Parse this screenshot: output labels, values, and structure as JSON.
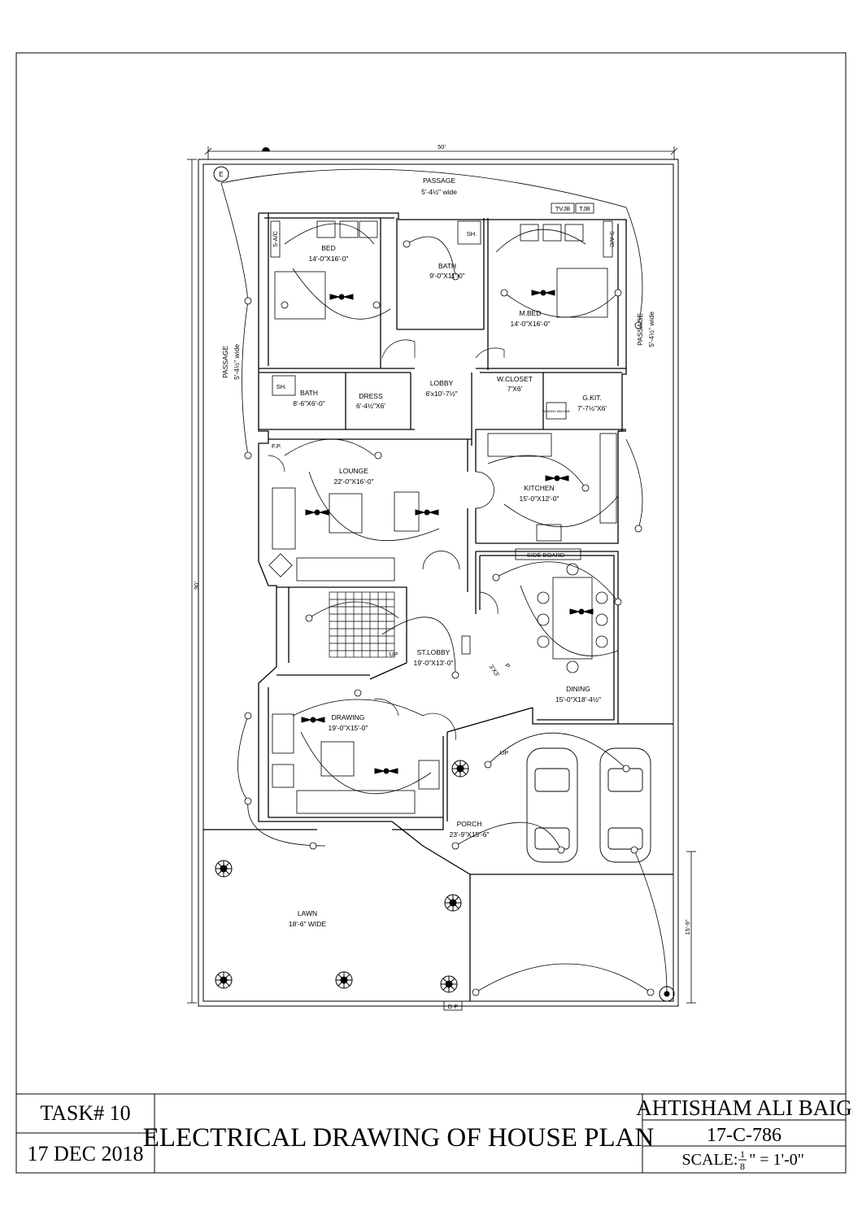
{
  "dimensions": {
    "width": "50'",
    "depth": "90'",
    "lawn_side": "15'-9\""
  },
  "rooms": [
    {
      "id": "passage-top",
      "name": "PASSAGE",
      "size": "5'-4½\" wide"
    },
    {
      "id": "bed",
      "name": "BED",
      "size": "14'-0\"X16'-0\""
    },
    {
      "id": "bath-top",
      "name": "BATH",
      "size": "9'-0\"X11'-0\""
    },
    {
      "id": "mbed",
      "name": "M.BED",
      "size": "14'-0\"X16'-0\""
    },
    {
      "id": "passage-left",
      "name": "PASSAGE",
      "size": "5'-4½\" wide"
    },
    {
      "id": "passage-right",
      "name": "PASSAGE",
      "size": "5'-4½\" wide"
    },
    {
      "id": "bath-left",
      "name": "BATH",
      "size": "8'-6\"X6'-0\""
    },
    {
      "id": "dress",
      "name": "DRESS",
      "size": "6'-4½\"X6'"
    },
    {
      "id": "lobby",
      "name": "LOBBY",
      "size": "6'x10'-7½\""
    },
    {
      "id": "wcloset",
      "name": "W.CLOSET",
      "size": "7'X6'"
    },
    {
      "id": "gkit",
      "name": "G.KIT.",
      "size": "7'-7½\"X6'"
    },
    {
      "id": "lounge",
      "name": "LOUNGE",
      "size": "22'-0\"X16'-0\""
    },
    {
      "id": "kitchen",
      "name": "KITCHEN",
      "size": "15'-0\"X12'-0\""
    },
    {
      "id": "stlobby",
      "name": "ST.LOBBY",
      "size": "19'-0\"X13'-0\""
    },
    {
      "id": "dining",
      "name": "DINING",
      "size": "15'-0\"X18'-4½\""
    },
    {
      "id": "drawing",
      "name": "DRAWING",
      "size": "19'-0\"X15'-0\""
    },
    {
      "id": "porch",
      "name": "PORCH",
      "size": "23'-9\"X15'-6\""
    },
    {
      "id": "lawn",
      "name": "LAWN",
      "size": "18'-6\" WIDE"
    },
    {
      "id": "powder",
      "name": "P",
      "size": "3'X3'"
    }
  ],
  "labels": {
    "sideboard": "SIDE BOARD",
    "up": "UP",
    "sh": "SH.",
    "tvjb": "TVJB",
    "tjb": "TJB",
    "sac": "S-A/C",
    "fp": "F.P.",
    "earth": "E",
    "dp": "D P",
    "washing": "WASHING MACHINE"
  },
  "title_block": {
    "task": "TASK# 10",
    "date": "17 DEC 2018",
    "title": "ELECTRICAL DRAWING OF HOUSE PLAN",
    "author": "AHTISHAM ALI BAIG",
    "roll": "17-C-786",
    "scale_prefix": "SCALE:",
    "scale_num": "1",
    "scale_den": "8",
    "scale_suffix": "\" = 1'-0\""
  }
}
